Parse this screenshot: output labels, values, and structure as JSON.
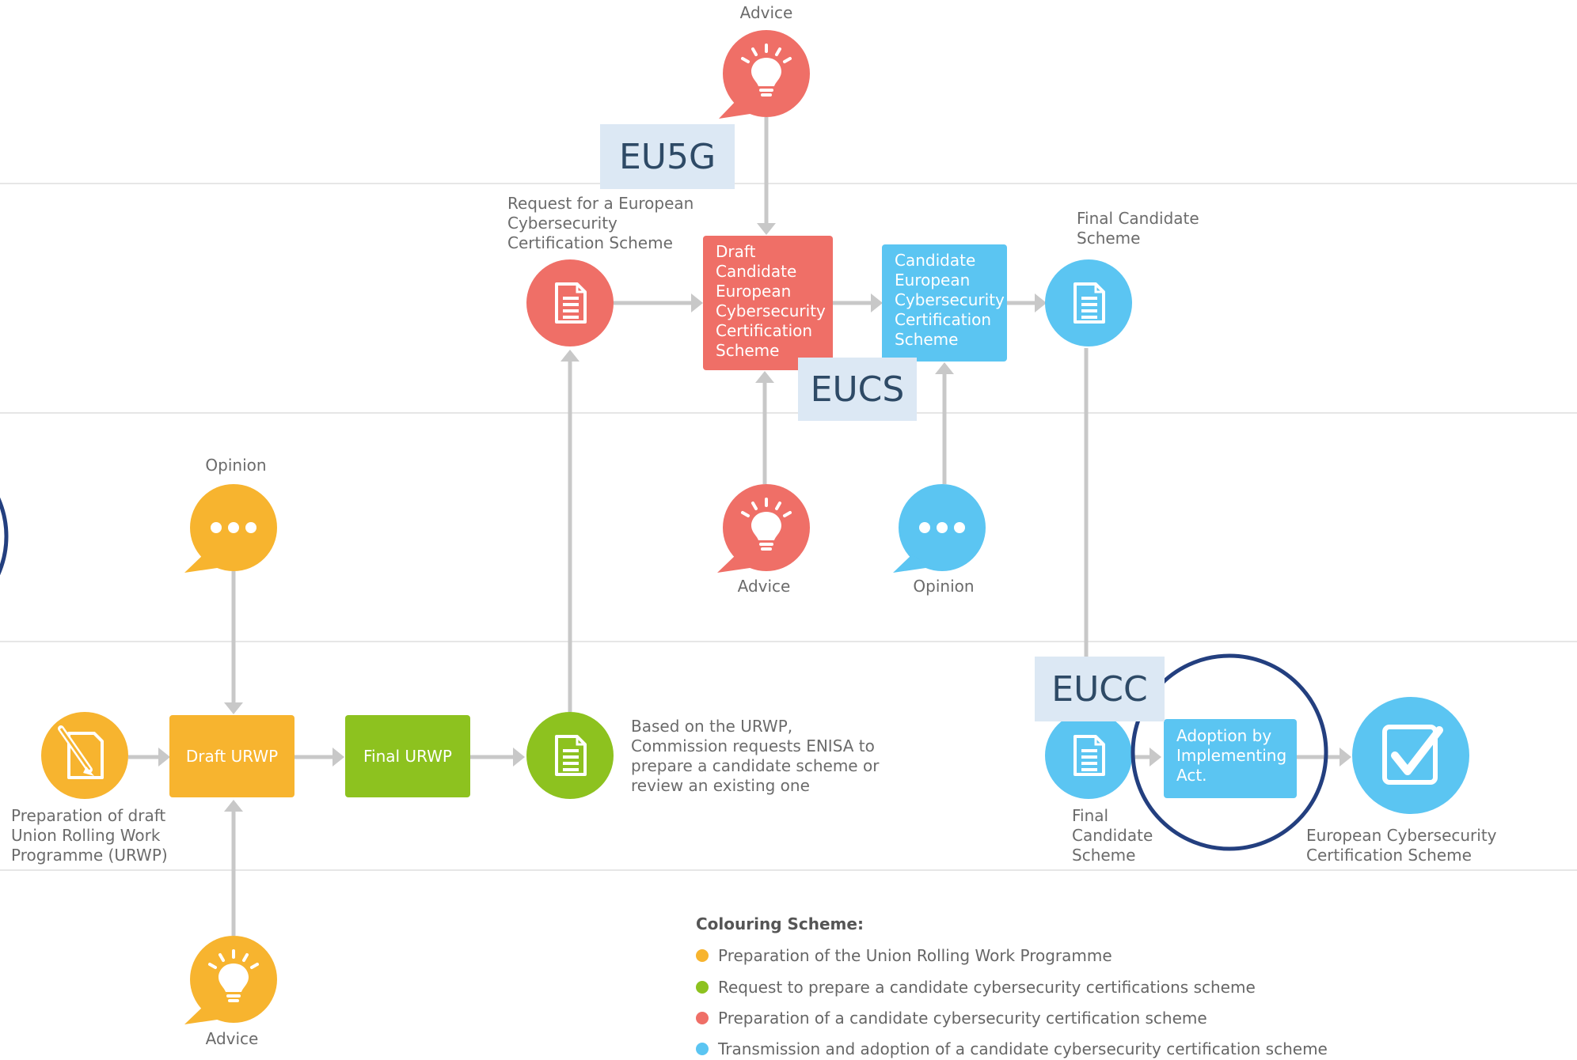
{
  "colors": {
    "orange": "#f7b42f",
    "green": "#8dc21f",
    "red": "#ef6f67",
    "blue": "#5bc5f2",
    "tag_bg": "#dce8f4",
    "highlight_ring": "#233f7f"
  },
  "tags": {
    "eu5g": "EU5G",
    "eucs": "EUCS",
    "eucc": "EUCC"
  },
  "labels": {
    "advice_top": "Advice",
    "request": "Request for a European\nCybersecurity\nCertification Scheme",
    "final_candidate_top": "Final Candidate\nScheme",
    "opinion_left": "Opinion",
    "advice_mid": "Advice",
    "opinion_mid": "Opinion",
    "preparation": "Preparation of draft\nUnion Rolling Work\nProgramme (URWP)",
    "based_on": "Based on the URWP,\nCommission requests ENISA to\nprepare a candidate scheme or\nreview an existing one",
    "final_candidate_bottom": "Final\nCandidate\nScheme",
    "european_scheme": "European Cybersecurity\nCertification Scheme",
    "advice_bottom": "Advice"
  },
  "boxes": {
    "draft_candidate": "Draft\nCandidate\nEuropean\nCybersecurity\nCertification\nScheme",
    "candidate_european": "Candidate\nEuropean\nCybersecurity\nCertification\nScheme",
    "draft_urwp": "Draft URWP",
    "final_urwp": "Final URWP",
    "adoption": "Adoption by\nImplementing\nAct."
  },
  "legend": {
    "title": "Colouring Scheme:",
    "items": [
      {
        "text": "Preparation of the Union Rolling Work Programme",
        "color": "#f7b42f"
      },
      {
        "text": "Request to prepare a candidate cybersecurity certifications scheme",
        "color": "#8dc21f"
      },
      {
        "text": "Preparation of a candidate cybersecurity certification scheme",
        "color": "#ef6f67"
      },
      {
        "text": "Transmission and adoption of a candidate cybersecurity certification scheme",
        "color": "#5bc5f2"
      }
    ]
  },
  "icons": {
    "advice": "lightbulb-speech-bubble-icon",
    "opinion": "ellipsis-speech-bubble-icon",
    "document": "document-icon",
    "edit": "edit-document-icon",
    "approved": "check-document-icon"
  }
}
